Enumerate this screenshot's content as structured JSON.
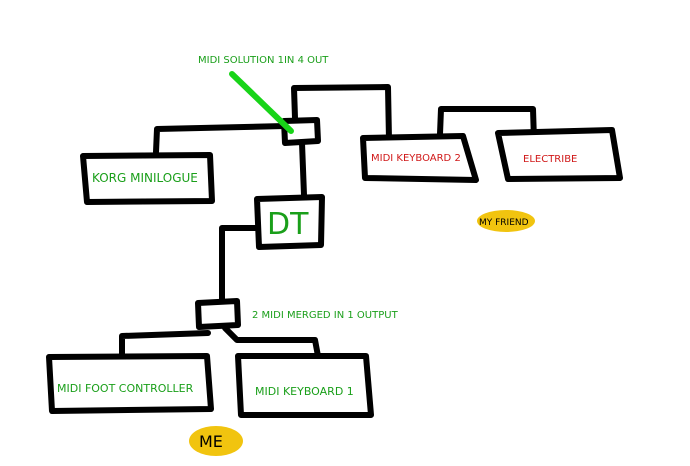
{
  "labels": {
    "midi_solution": "MIDI SOLUTION 1IN 4 OUT",
    "korg": "KORG MINILOGUE",
    "dt": "DT",
    "keyboard2": "MIDI KEYBOARD 2",
    "electribe": "ELECTRIBE",
    "my_friend": "MY FRIEND",
    "merger": "2 MIDI MERGED IN 1 OUTPUT",
    "foot_controller": "MIDI FOOT CONTROLLER",
    "keyboard1": "MIDI KEYBOARD 1",
    "me": "ME"
  },
  "colors": {
    "line": "#000000",
    "green_text": "#1a9f1a",
    "red_text": "#d01818",
    "highlight": "#f1c40f",
    "pointer": "#18d418"
  }
}
